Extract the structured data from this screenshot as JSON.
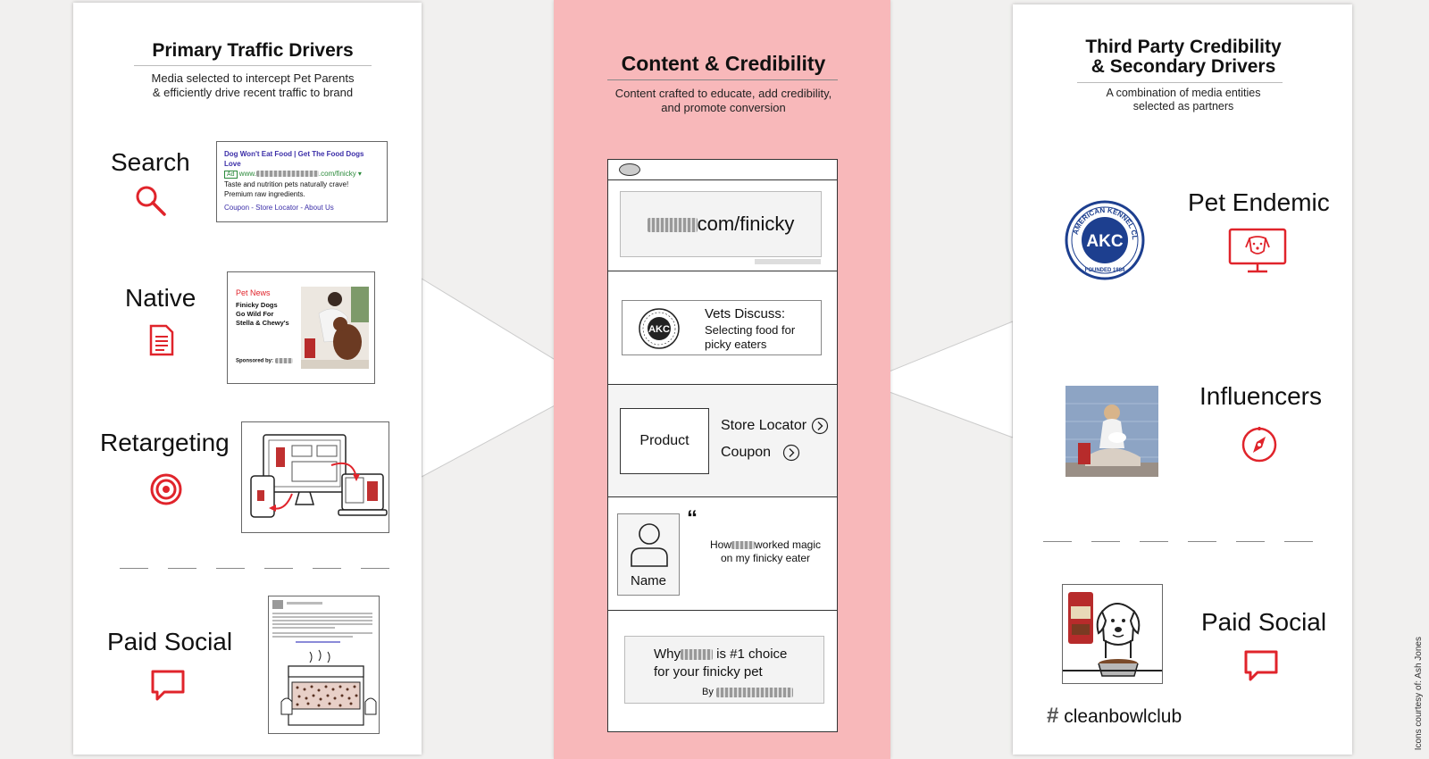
{
  "left": {
    "title": "Primary Traffic Drivers",
    "subtitle_line1": "Media selected to intercept Pet Parents",
    "subtitle_line2": "& efficiently drive recent traffic to brand",
    "search": {
      "label": "Search",
      "icon": "search-icon",
      "ad_headline": "Dog Won't Eat Food | Get The Food Dogs Love",
      "ad_badge": "Ad",
      "ad_url": ".com/finicky",
      "ad_desc1": "Taste and nutrition pets naturally crave!",
      "ad_desc2": "Premium raw ingredients.",
      "ad_links": "Coupon - Store Locator - About Us"
    },
    "native": {
      "label": "Native",
      "icon": "document-icon",
      "kicker": "Pet News",
      "headline_line1": "Finicky Dogs",
      "headline_line2": "Go Wild For",
      "headline_line3": "Stella & Chewy's",
      "sponsored": "Sponsored by:"
    },
    "retargeting": {
      "label": "Retargeting",
      "icon": "target-icon"
    },
    "paid_social": {
      "label": "Paid Social",
      "icon": "chat-bubble-icon"
    }
  },
  "center": {
    "title": "Content & Credibility",
    "subtitle_line1": "Content crafted to educate, add credibility,",
    "subtitle_line2": "and promote conversion",
    "url_text": "com/finicky",
    "akc_text": "AKC",
    "vets_title": "Vets Discuss:",
    "vets_line1": "Selecting food for",
    "vets_line2": "picky eaters",
    "product": "Product",
    "store_locator": "Store Locator",
    "coupon": "Coupon",
    "quote_mark": "“",
    "testimonial_prefix": "How",
    "testimonial_suffix": "worked magic",
    "testimonial_line2": "on my finicky eater",
    "name_label": "Name",
    "why_prefix": "Why",
    "why_suffix": "is #1 choice",
    "why_line2": "for your finicky pet",
    "by_label": "By"
  },
  "right": {
    "title_line1": "Third Party Credibility",
    "title_line2": "& Secondary Drivers",
    "subtitle_line1": "A combination of media entities",
    "subtitle_line2": "selected as partners",
    "pet_endemic": {
      "label": "Pet Endemic",
      "icon": "monitor-dog-icon"
    },
    "akc_logo_text": "AKC",
    "influencers": {
      "label": "Influencers",
      "icon": "compass-icon"
    },
    "paid_social": {
      "label": "Paid Social",
      "icon": "chat-bubble-icon"
    },
    "hashtag": "#",
    "hashtag_text": "cleanbowlclub"
  },
  "credit": "Icons courtesy of: Ash Jones",
  "colors": {
    "accent": "#e0242b",
    "center_bg": "#f8b8ba"
  }
}
